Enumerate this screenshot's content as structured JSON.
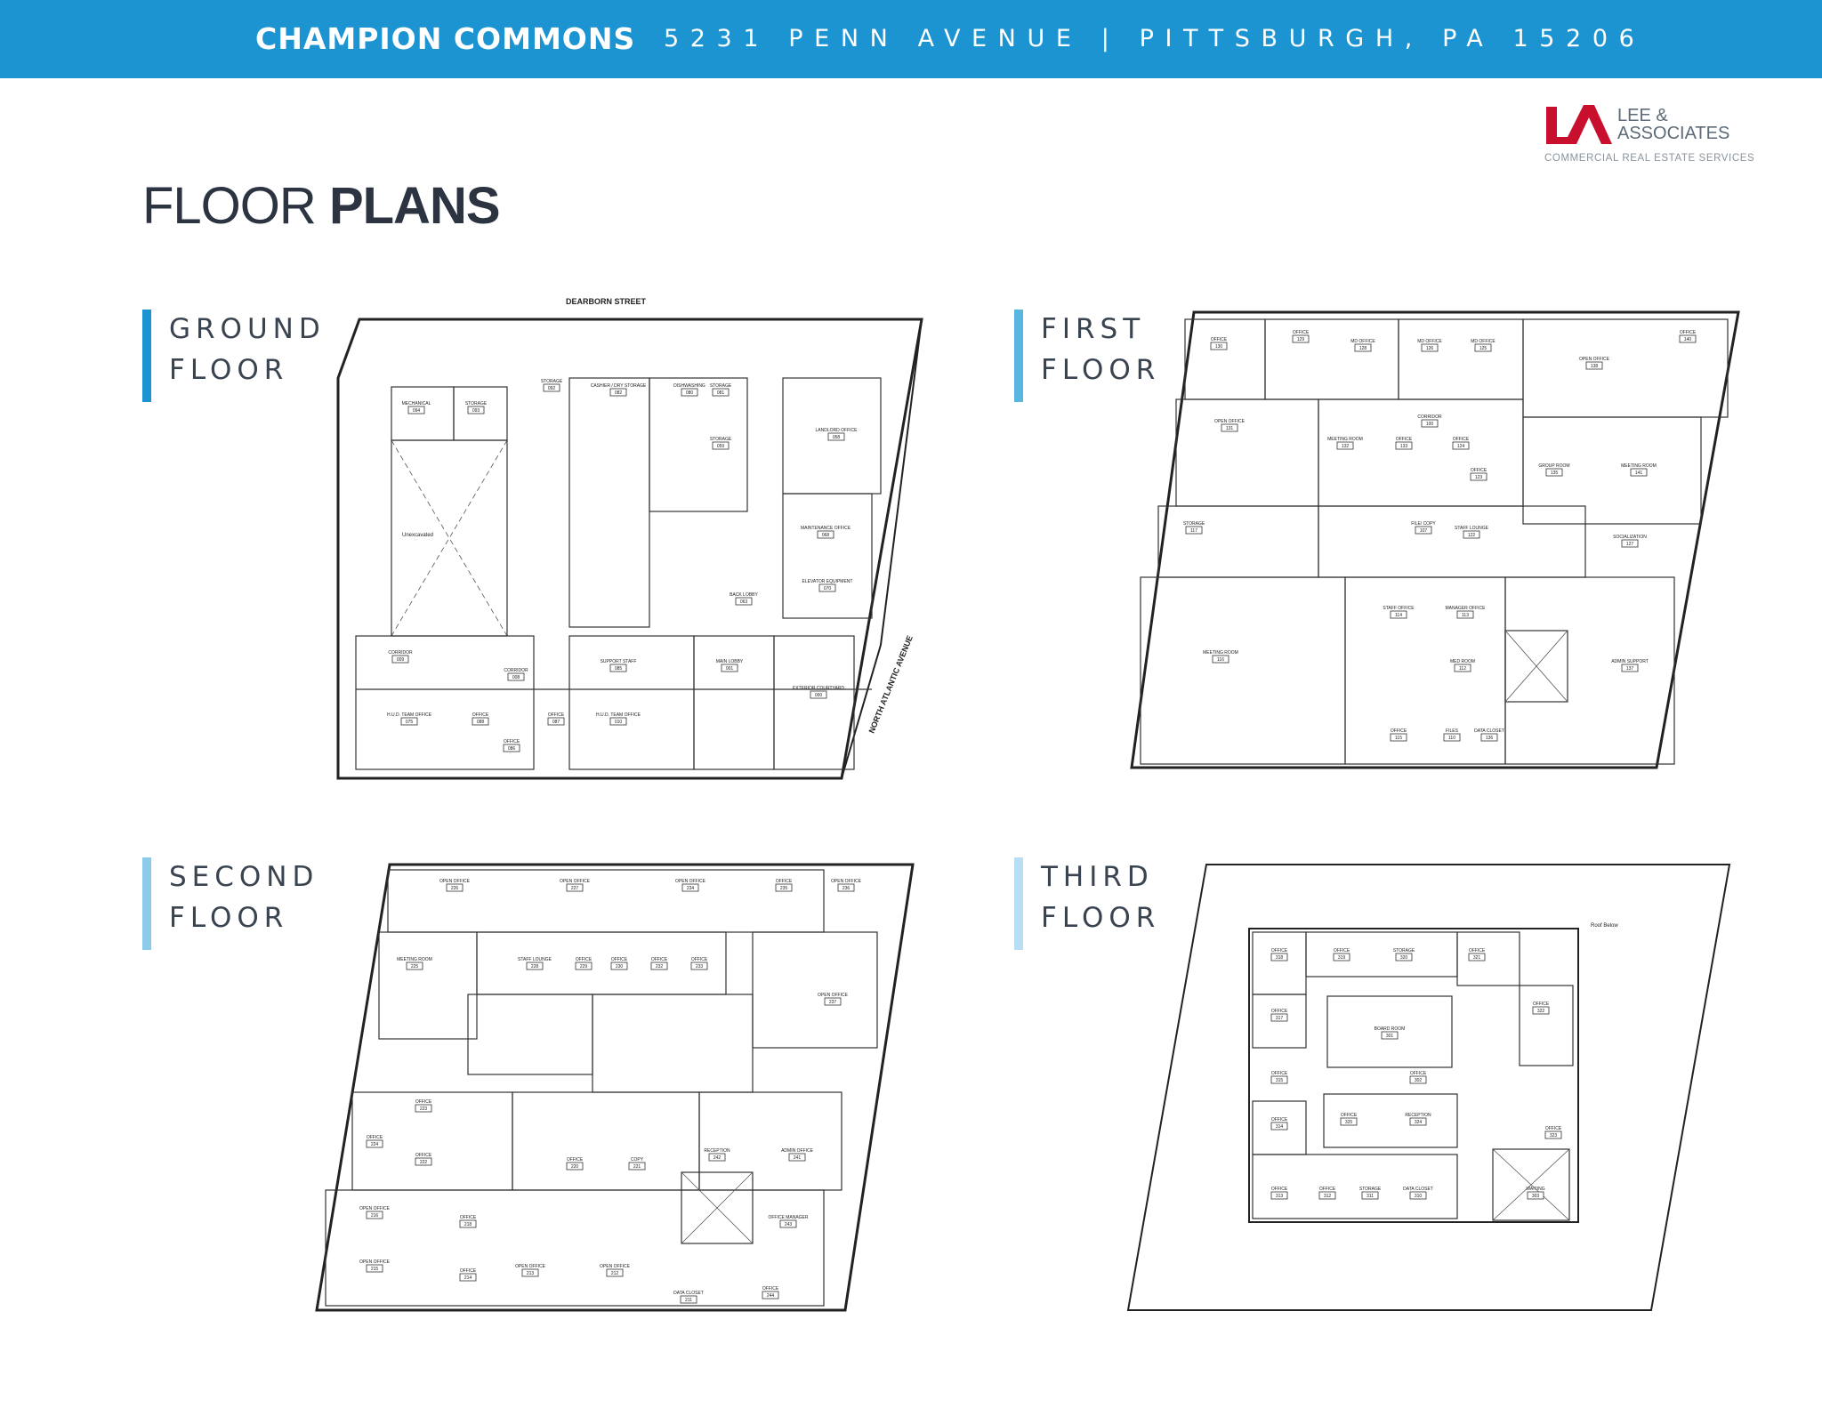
{
  "header": {
    "property_name": "CHAMPION COMMONS",
    "address": "5231 PENN AVENUE | PITTSBURGH, PA 15206"
  },
  "logo": {
    "line1": "LEE &",
    "line2": "ASSOCIATES",
    "tagline": "COMMERCIAL REAL ESTATE SERVICES"
  },
  "page_title": {
    "light": "FLOOR",
    "bold": "PLANS"
  },
  "colors": {
    "header_blue": "#1c94d2",
    "logo_red": "#c8102e",
    "label_bar_ground": "#1c94d2",
    "label_bar_first": "#59b6e0",
    "label_bar_second": "#8cccea",
    "label_bar_third": "#b7def2"
  },
  "floors": {
    "ground": {
      "label_line1": "GROUND",
      "label_line2": "FLOOR",
      "street_top": "DEARBORN STREET",
      "street_side": "NORTH ATLANTIC AVENUE",
      "unexcavated": "Unexcavated",
      "rooms": [
        {
          "name": "MECHANICAL",
          "number": "094"
        },
        {
          "name": "STORAGE",
          "number": "093"
        },
        {
          "name": "STORAGE",
          "number": "092"
        },
        {
          "name": "CASHIER / DRY STORAGE",
          "number": "082"
        },
        {
          "name": "DISHWASHING",
          "number": "080"
        },
        {
          "name": "STORAGE",
          "number": "081"
        },
        {
          "name": "STORAGE",
          "number": "059"
        },
        {
          "name": "LANDLORD OFFICE",
          "number": "058"
        },
        {
          "name": "MAINTENANCE OFFICE",
          "number": "068"
        },
        {
          "name": "ELEVATOR EQUIPMENT",
          "number": "070"
        },
        {
          "name": "BACK LOBBY",
          "number": "063"
        },
        {
          "name": "CORRIDOR",
          "number": "009"
        },
        {
          "name": "CORRIDOR",
          "number": "008"
        },
        {
          "name": "SUPPORT STAFF",
          "number": "085"
        },
        {
          "name": "MAIN LOBBY",
          "number": "001"
        },
        {
          "name": "EXTERIOR COURTYARD",
          "number": "000"
        },
        {
          "name": "H.U.D. TEAM OFFICE",
          "number": "075"
        },
        {
          "name": "OFFICE",
          "number": "088"
        },
        {
          "name": "OFFICE",
          "number": "086"
        },
        {
          "name": "OFFICE",
          "number": "087"
        },
        {
          "name": "H.U.D. TEAM OFFICE",
          "number": "010"
        }
      ]
    },
    "first": {
      "label_line1": "FIRST",
      "label_line2": "FLOOR",
      "rooms": [
        {
          "name": "OFFICE",
          "number": "130"
        },
        {
          "name": "OFFICE",
          "number": "129"
        },
        {
          "name": "MD OFFICE",
          "number": "128"
        },
        {
          "name": "MD OFFICE",
          "number": "126"
        },
        {
          "name": "MD OFFICE",
          "number": "125"
        },
        {
          "name": "OPEN OFFICE",
          "number": "138"
        },
        {
          "name": "OFFICE",
          "number": "140"
        },
        {
          "name": "OPEN OFFICE",
          "number": "131"
        },
        {
          "name": "MEETING ROOM",
          "number": "132"
        },
        {
          "name": "CORRIDOR",
          "number": "100"
        },
        {
          "name": "OFFICE",
          "number": "133"
        },
        {
          "name": "OFFICE",
          "number": "124"
        },
        {
          "name": "OFFICE",
          "number": "123"
        },
        {
          "name": "GROUP ROOM",
          "number": "135"
        },
        {
          "name": "MEETING ROOM",
          "number": "141"
        },
        {
          "name": "STORAGE",
          "number": "117"
        },
        {
          "name": "FILE/ COPY",
          "number": "107"
        },
        {
          "name": "STAFF LOUNGE",
          "number": "122"
        },
        {
          "name": "SOCIALIZATION",
          "number": "127"
        },
        {
          "name": "MEETING ROOM",
          "number": "116"
        },
        {
          "name": "STAFF OFFICE",
          "number": "114"
        },
        {
          "name": "MANAGER OFFICE",
          "number": "113"
        },
        {
          "name": "MED ROOM",
          "number": "112"
        },
        {
          "name": "ADMIN SUPPORT",
          "number": "137"
        },
        {
          "name": "OFFICE",
          "number": "115"
        },
        {
          "name": "FILES",
          "number": "110"
        },
        {
          "name": "DATA CLOSET",
          "number": "136"
        }
      ]
    },
    "second": {
      "label_line1": "SECOND",
      "label_line2": "FLOOR",
      "rooms": [
        {
          "name": "OPEN OFFICE",
          "number": "226"
        },
        {
          "name": "OPEN OFFICE",
          "number": "227"
        },
        {
          "name": "OPEN OFFICE",
          "number": "234"
        },
        {
          "name": "OFFICE",
          "number": "235"
        },
        {
          "name": "OPEN OFFICE",
          "number": "236"
        },
        {
          "name": "MEETING ROOM",
          "number": "225"
        },
        {
          "name": "STAFF LOUNGE",
          "number": "228"
        },
        {
          "name": "OFFICE",
          "number": "229"
        },
        {
          "name": "OFFICE",
          "number": "230"
        },
        {
          "name": "OFFICE",
          "number": "232"
        },
        {
          "name": "OFFICE",
          "number": "233"
        },
        {
          "name": "OPEN OFFICE",
          "number": "237"
        },
        {
          "name": "OFFICE",
          "number": "223"
        },
        {
          "name": "OFFICE",
          "number": "224"
        },
        {
          "name": "OFFICE",
          "number": "222"
        },
        {
          "name": "OFFICE",
          "number": "220"
        },
        {
          "name": "COPY",
          "number": "221"
        },
        {
          "name": "RECEPTION",
          "number": "242"
        },
        {
          "name": "ADMIN OFFICE",
          "number": "241"
        },
        {
          "name": "OPEN OFFICE",
          "number": "216"
        },
        {
          "name": "OFFICE",
          "number": "218"
        },
        {
          "name": "OFFICE MANAGER",
          "number": "243"
        },
        {
          "name": "OPEN OFFICE",
          "number": "215"
        },
        {
          "name": "OFFICE",
          "number": "214"
        },
        {
          "name": "OPEN OFFICE",
          "number": "213"
        },
        {
          "name": "OPEN OFFICE",
          "number": "212"
        },
        {
          "name": "DATA CLOSET",
          "number": "211"
        },
        {
          "name": "OFFICE",
          "number": "244"
        }
      ]
    },
    "third": {
      "label_line1": "THIRD",
      "label_line2": "FLOOR",
      "roof_note": "Roof Below",
      "rooms": [
        {
          "name": "OFFICE",
          "number": "318"
        },
        {
          "name": "OFFICE",
          "number": "319"
        },
        {
          "name": "STORAGE",
          "number": "320"
        },
        {
          "name": "OFFICE",
          "number": "321"
        },
        {
          "name": "OFFICE",
          "number": "317"
        },
        {
          "name": "BOARD ROOM",
          "number": "301"
        },
        {
          "name": "OFFICE",
          "number": "322"
        },
        {
          "name": "OFFICE",
          "number": "315"
        },
        {
          "name": "OFFICE",
          "number": "302"
        },
        {
          "name": "OFFICE",
          "number": "323"
        },
        {
          "name": "OFFICE",
          "number": "314"
        },
        {
          "name": "OFFICE",
          "number": "325"
        },
        {
          "name": "RECEPTION",
          "number": "324"
        },
        {
          "name": "OFFICE",
          "number": "313"
        },
        {
          "name": "OFFICE",
          "number": "312"
        },
        {
          "name": "STORAGE",
          "number": "311"
        },
        {
          "name": "DATA CLOSET",
          "number": "310"
        },
        {
          "name": "WAITING",
          "number": "303"
        }
      ]
    }
  }
}
